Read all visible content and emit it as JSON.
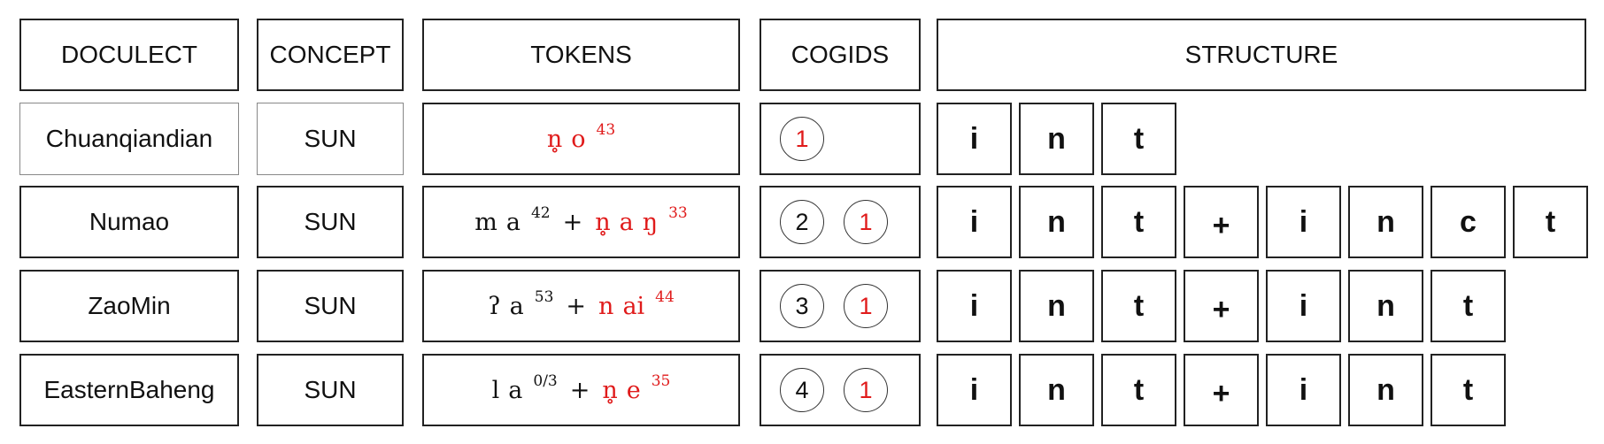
{
  "headers": {
    "doculect": "DOCULECT",
    "concept": "CONCEPT",
    "tokens": "TOKENS",
    "cogids": "COGIDS",
    "structure": "STRUCTURE"
  },
  "colors": {
    "highlight": "#e01b1b",
    "border": "#222222"
  },
  "rows": [
    {
      "doculect": "Chuanqiandian",
      "concept": "SUN",
      "tokens": [
        {
          "parts": [
            {
              "text": "n̥",
              "red": true
            },
            {
              "text": "o",
              "red": true
            }
          ],
          "tone": "43",
          "red": true
        }
      ],
      "cogids": [
        {
          "value": "1",
          "red": true
        }
      ],
      "structure": [
        "i",
        "n",
        "t"
      ]
    },
    {
      "doculect": "Numao",
      "concept": "SUN",
      "tokens": [
        {
          "parts": [
            {
              "text": "m",
              "red": false
            },
            {
              "text": "a",
              "red": false
            }
          ],
          "tone": "42",
          "red": false
        },
        {
          "parts": [
            {
              "text": "n̥",
              "red": true
            },
            {
              "text": "a",
              "red": true
            },
            {
              "text": "ŋ",
              "red": true
            }
          ],
          "tone": "33",
          "red": true
        }
      ],
      "cogids": [
        {
          "value": "2",
          "red": false
        },
        {
          "value": "1",
          "red": true
        }
      ],
      "structure": [
        "i",
        "n",
        "t",
        "+",
        "i",
        "n",
        "c",
        "t"
      ]
    },
    {
      "doculect": "ZaoMin",
      "concept": "SUN",
      "tokens": [
        {
          "parts": [
            {
              "text": "ʔ",
              "red": false
            },
            {
              "text": "a",
              "red": false
            }
          ],
          "tone": "53",
          "red": false
        },
        {
          "parts": [
            {
              "text": "n",
              "red": true
            },
            {
              "text": "ai",
              "red": true
            }
          ],
          "tone": "44",
          "red": true
        }
      ],
      "cogids": [
        {
          "value": "3",
          "red": false
        },
        {
          "value": "1",
          "red": true
        }
      ],
      "structure": [
        "i",
        "n",
        "t",
        "+",
        "i",
        "n",
        "t"
      ]
    },
    {
      "doculect": "EasternBaheng",
      "concept": "SUN",
      "tokens": [
        {
          "parts": [
            {
              "text": "l",
              "red": false
            },
            {
              "text": "a",
              "red": false
            }
          ],
          "tone": "0/3",
          "red": false
        },
        {
          "parts": [
            {
              "text": "n̥",
              "red": true
            },
            {
              "text": "e",
              "red": true
            }
          ],
          "tone": "35",
          "red": true
        }
      ],
      "cogids": [
        {
          "value": "4",
          "red": false
        },
        {
          "value": "1",
          "red": true
        }
      ],
      "structure": [
        "i",
        "n",
        "t",
        "+",
        "i",
        "n",
        "t"
      ]
    }
  ]
}
